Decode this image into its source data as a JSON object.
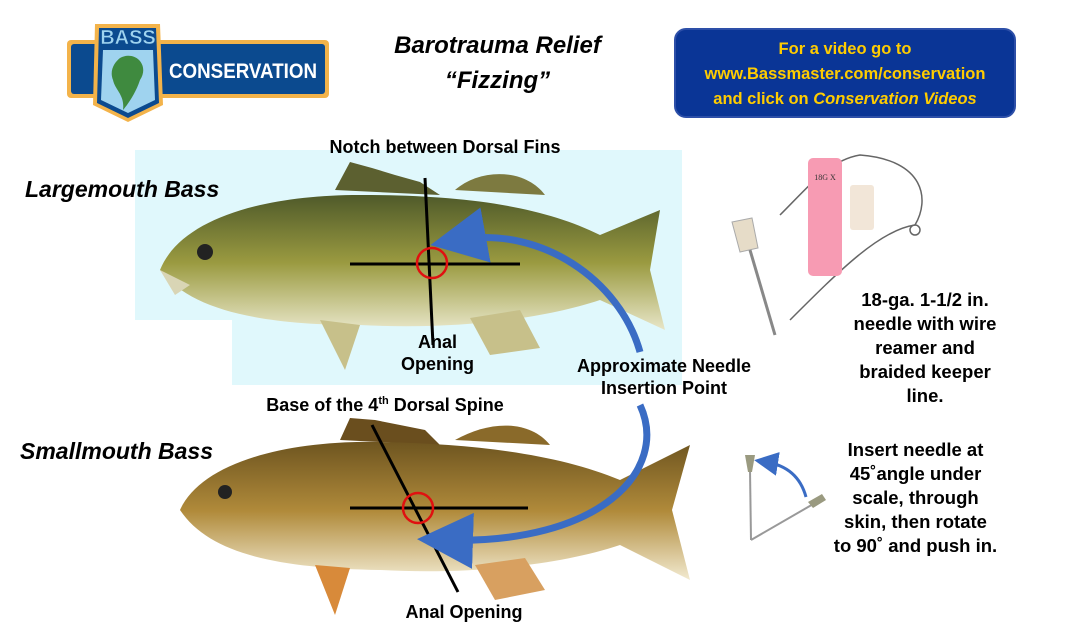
{
  "logo": {
    "top_text": "BASS",
    "main_text": "CONSERVATION"
  },
  "title": {
    "line1": "Barotrauma Relief",
    "line2": "“Fizzing”"
  },
  "video_box": {
    "line1": "For a video go to",
    "line2": "www.Bassmaster.com/conservation",
    "line3_prefix": "and click on ",
    "line3_italic": "Conservation Videos",
    "bg_color": "#0a3596",
    "text_color": "#ffcc00"
  },
  "largemouth": {
    "species": "Largemouth Bass",
    "top_label": "Notch between Dorsal Fins",
    "bottom_label_1": "Anal",
    "bottom_label_2": "Opening"
  },
  "smallmouth": {
    "species": "Smallmouth Bass",
    "top_label_prefix": "Base of the 4",
    "top_label_sup": "th",
    "top_label_suffix": " Dorsal Spine",
    "bottom_label": "Anal Opening"
  },
  "insertion": {
    "line1": "Approximate Needle",
    "line2": "Insertion Point"
  },
  "needle": {
    "tube_label": "18G X",
    "caption": [
      "18-ga. 1-1/2 in.",
      "needle with wire",
      "reamer and",
      "braided keeper",
      "line."
    ]
  },
  "technique": {
    "caption": [
      "Insert needle at",
      "45˚angle under",
      "scale, through",
      "skin, then rotate",
      "to 90˚ and push in."
    ]
  },
  "colors": {
    "arrow": "#3a6cc4",
    "target_circle": "#e01010",
    "highlight_bg": "#e0f8fc"
  }
}
